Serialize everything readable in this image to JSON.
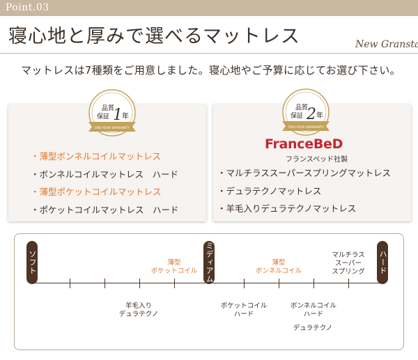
{
  "header": {
    "point_label": "Point.03",
    "title": "寝心地と厚みで選べるマットレス",
    "brand": "New Gransta",
    "subtitle": "マットレスは7種類をご用意しました。寝心地やご予算に応じてお選び下さい。"
  },
  "left_panel": {
    "badge": {
      "line1": "品質",
      "line2": "保証",
      "years": "1",
      "unit": "年",
      "ribbon": "ONE-YEAR WARRANTY"
    },
    "items": [
      {
        "text": "・薄型ボンネルコイルマットレス",
        "highlight": true
      },
      {
        "text": "・ボンネルコイルマットレス　ハード",
        "highlight": false
      },
      {
        "text": "・薄型ポケットコイルマットレス",
        "highlight": true
      },
      {
        "text": "・ポケットコイルマットレス　ハード",
        "highlight": false
      }
    ]
  },
  "right_panel": {
    "badge": {
      "line1": "品質",
      "line2": "保証",
      "years": "2",
      "unit": "年",
      "ribbon": "TWO-YEAR WARRANTY"
    },
    "logo": "FranceBeD",
    "maker": "フランスベッド社製",
    "items": [
      {
        "text": "・マルチラススーパースプリングマットレス"
      },
      {
        "text": "・デュラテクノマットレス"
      },
      {
        "text": "・羊毛入りデュラテクノマットレス"
      }
    ]
  },
  "scale": {
    "soft": "ソフト",
    "medium": "ミディアム",
    "hard": "ハード",
    "above": [
      {
        "line1": "薄型",
        "line2": "ポケットコイル"
      },
      {
        "line1": "薄型",
        "line2": "ボンネルコイル"
      },
      {
        "line1": "マルチラス",
        "line2": "スーパー",
        "line3": "スプリング"
      }
    ],
    "below": [
      {
        "line1": "羊毛入り",
        "line2": "デュラテクノ"
      },
      {
        "line1": "ポケットコイル",
        "line2": "ハード"
      },
      {
        "line1": "ボンネルコイル",
        "line2": "ハード"
      },
      {
        "line1": "デュラテクノ"
      }
    ]
  },
  "colors": {
    "accent_orange": "#e0772c",
    "dark_brown": "#4e3425",
    "gold": "#c2a35a",
    "brand_red": "#c5262f",
    "header_bar": "#c8b7a1"
  }
}
